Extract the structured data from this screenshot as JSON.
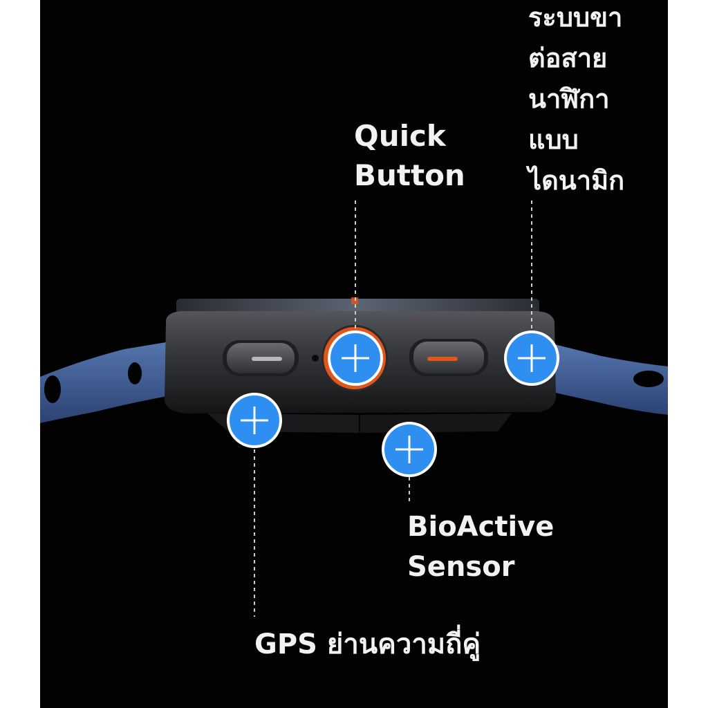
{
  "hotspots": [
    {
      "id": "quick-button",
      "label_lines": [
        "Quick",
        "Button"
      ]
    },
    {
      "id": "dynamic-band",
      "label_lines": [
        "ระบบขา",
        "ต่อสาย",
        "นาฬิกา",
        "แบบ",
        "ไดนามิก"
      ]
    },
    {
      "id": "bioactive-sensor",
      "label_lines": [
        "BioActive",
        "Sensor"
      ]
    },
    {
      "id": "dual-gps",
      "label_lines": [
        "GPS ย่านความถี่คู่"
      ]
    }
  ],
  "colors": {
    "background": "#020203",
    "hotspot_blue": "#2f8ff0",
    "hotspot_ring": "#ffffff",
    "accent_orange": "#e0561c",
    "band_blue": "#3e5f96",
    "watch_body": "#3b3c40"
  }
}
